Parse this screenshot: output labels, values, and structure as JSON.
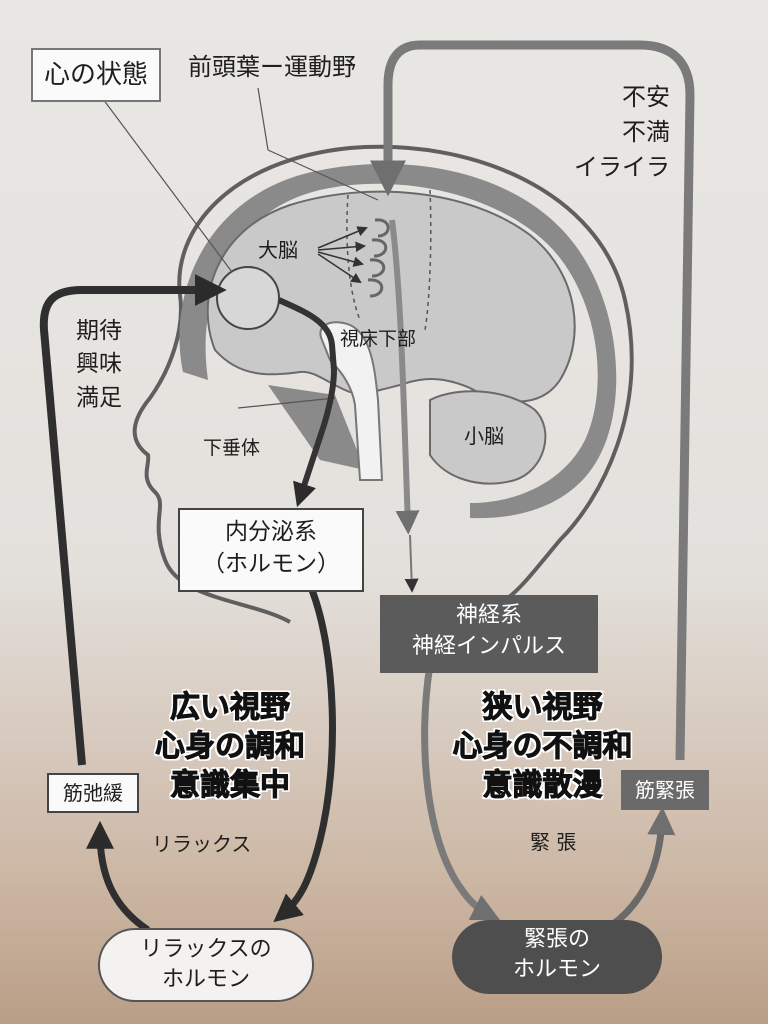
{
  "labels": {
    "mind_state": "心の状態",
    "frontal_lobe": "前頭葉ー運動野",
    "cerebrum": "大脳",
    "hypothalamus": "視床下部",
    "pituitary": "下垂体",
    "cerebellum": "小脳",
    "endocrine_line1": "内分泌系",
    "endocrine_line2": "（ホルモン）",
    "nervous_line1": "神経系",
    "nervous_line2": "神経インパルス",
    "left_emotions": [
      "期待",
      "興味",
      "満足"
    ],
    "right_emotions": [
      "不安",
      "不満",
      "イライラ"
    ],
    "relax_state": [
      "広い視野",
      "心身の調和",
      "意識集中"
    ],
    "tension_state": [
      "狭い視野",
      "心身の不調和",
      "意識散漫"
    ],
    "muscle_relax": "筋弛緩",
    "muscle_tension": "筋緊張",
    "relax": "リラックス",
    "tension": "緊 張",
    "relax_hormone_line1": "リラックスの",
    "relax_hormone_line2": "ホルモン",
    "tension_hormone_line1": "緊張の",
    "tension_hormone_line2": "ホルモン"
  },
  "colors": {
    "dark_fill": "#5b5b5b",
    "brain_gray": "#c9c9c9",
    "skull_gray": "#8a8a8a",
    "arrow_dark": "#333333",
    "arrow_gray": "#7a7a7a"
  }
}
